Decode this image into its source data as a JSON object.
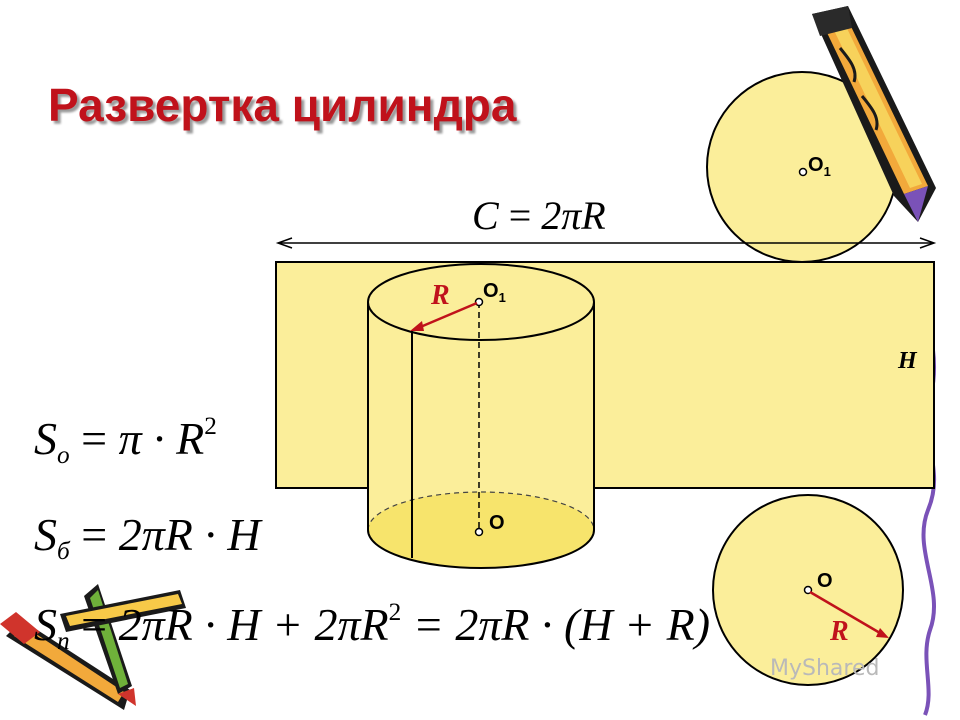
{
  "title": "Развертка цилиндра",
  "labels": {
    "O1_top": "O",
    "O1_top_sub": "1",
    "O1_cyl": "O",
    "O1_cyl_sub": "1",
    "O_cyl": "O",
    "O_bottom": "O",
    "R_cyl": "R",
    "R_bottom": "R",
    "H": "H"
  },
  "formulas": {
    "circumference": {
      "lhs": "C",
      "eq": "=",
      "rhs": "2πR"
    },
    "base_area": {
      "S": "S",
      "sub": "o",
      "eq": "=",
      "rhs_a": "π · R",
      "pow": "2"
    },
    "side_area": {
      "S": "S",
      "sub": "б",
      "eq": "=",
      "rhs": "2πR · H"
    },
    "full_area": {
      "S": "S",
      "sub": "п",
      "eq": "=",
      "rhs_a": "2πR · H + 2πR",
      "pow": "2",
      "rhs_b": "= 2πR · (H + R)"
    }
  },
  "watermark": "MyShared",
  "colors": {
    "fill": "#fbee9a",
    "fill_bottom": "#f7e46c",
    "accent_red": "#c0121b",
    "stroke": "#000000"
  }
}
